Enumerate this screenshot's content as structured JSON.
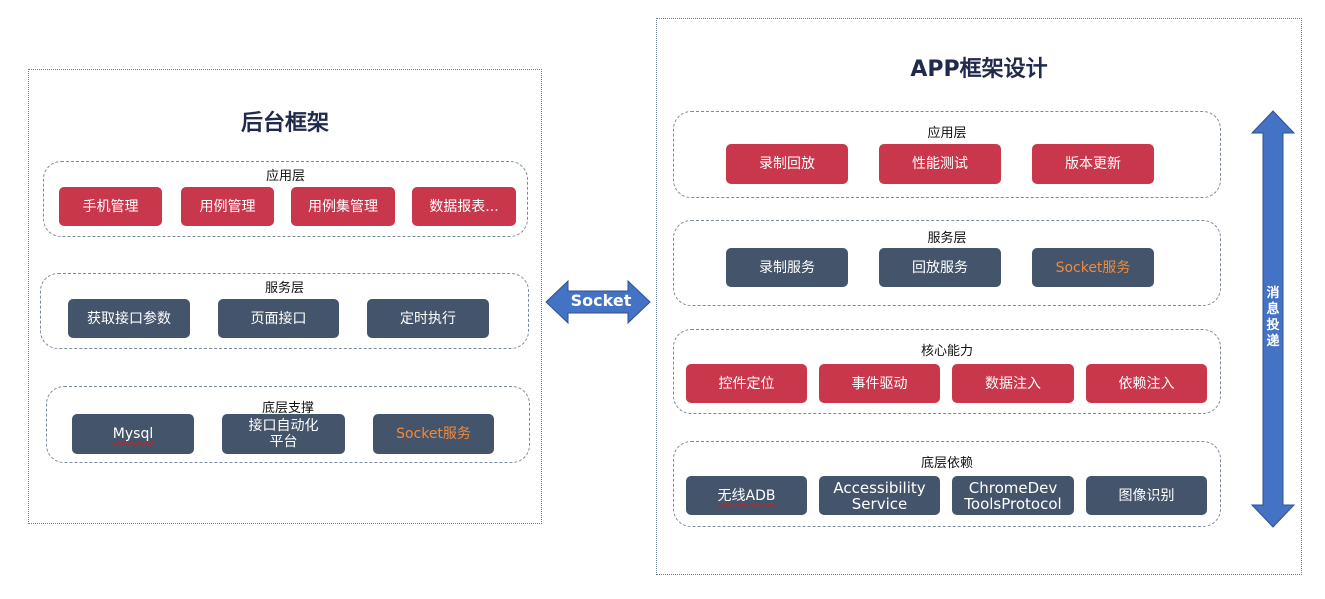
{
  "left": {
    "title": "后台框架",
    "app_layer": {
      "title": "应用层",
      "items": [
        "手机管理",
        "用例管理",
        "用例集管理",
        "数据报表..."
      ]
    },
    "service_layer": {
      "title": "服务层",
      "items": [
        "获取接口参数",
        "页面接口",
        "定时执行"
      ]
    },
    "base_layer": {
      "title": "底层支撑",
      "items": [
        "Mysql",
        "接口自动化\n平台",
        "Socket服务"
      ]
    }
  },
  "connector": {
    "label": "Socket",
    "color": "#4472c4"
  },
  "right": {
    "title": "APP框架设计",
    "app_layer": {
      "title": "应用层",
      "items": [
        "录制回放",
        "性能测试",
        "版本更新"
      ]
    },
    "service_layer": {
      "title": "服务层",
      "items": [
        "录制服务",
        "回放服务",
        "Socket服务"
      ]
    },
    "core_layer": {
      "title": "核心能力",
      "items": [
        "控件定位",
        "事件驱动",
        "数据注入",
        "依赖注入"
      ]
    },
    "base_layer": {
      "title": "底层依赖",
      "items": [
        "无线ADB",
        "Accessibility\nService",
        "ChromeDev\nToolsProtocol",
        "图像识别"
      ]
    },
    "side_arrow_label": "消息投递"
  },
  "colors": {
    "red_box": "#c8374b",
    "navy_box": "#44546a",
    "socket_text": "#f08a3c",
    "title": "#1f2a4d"
  }
}
